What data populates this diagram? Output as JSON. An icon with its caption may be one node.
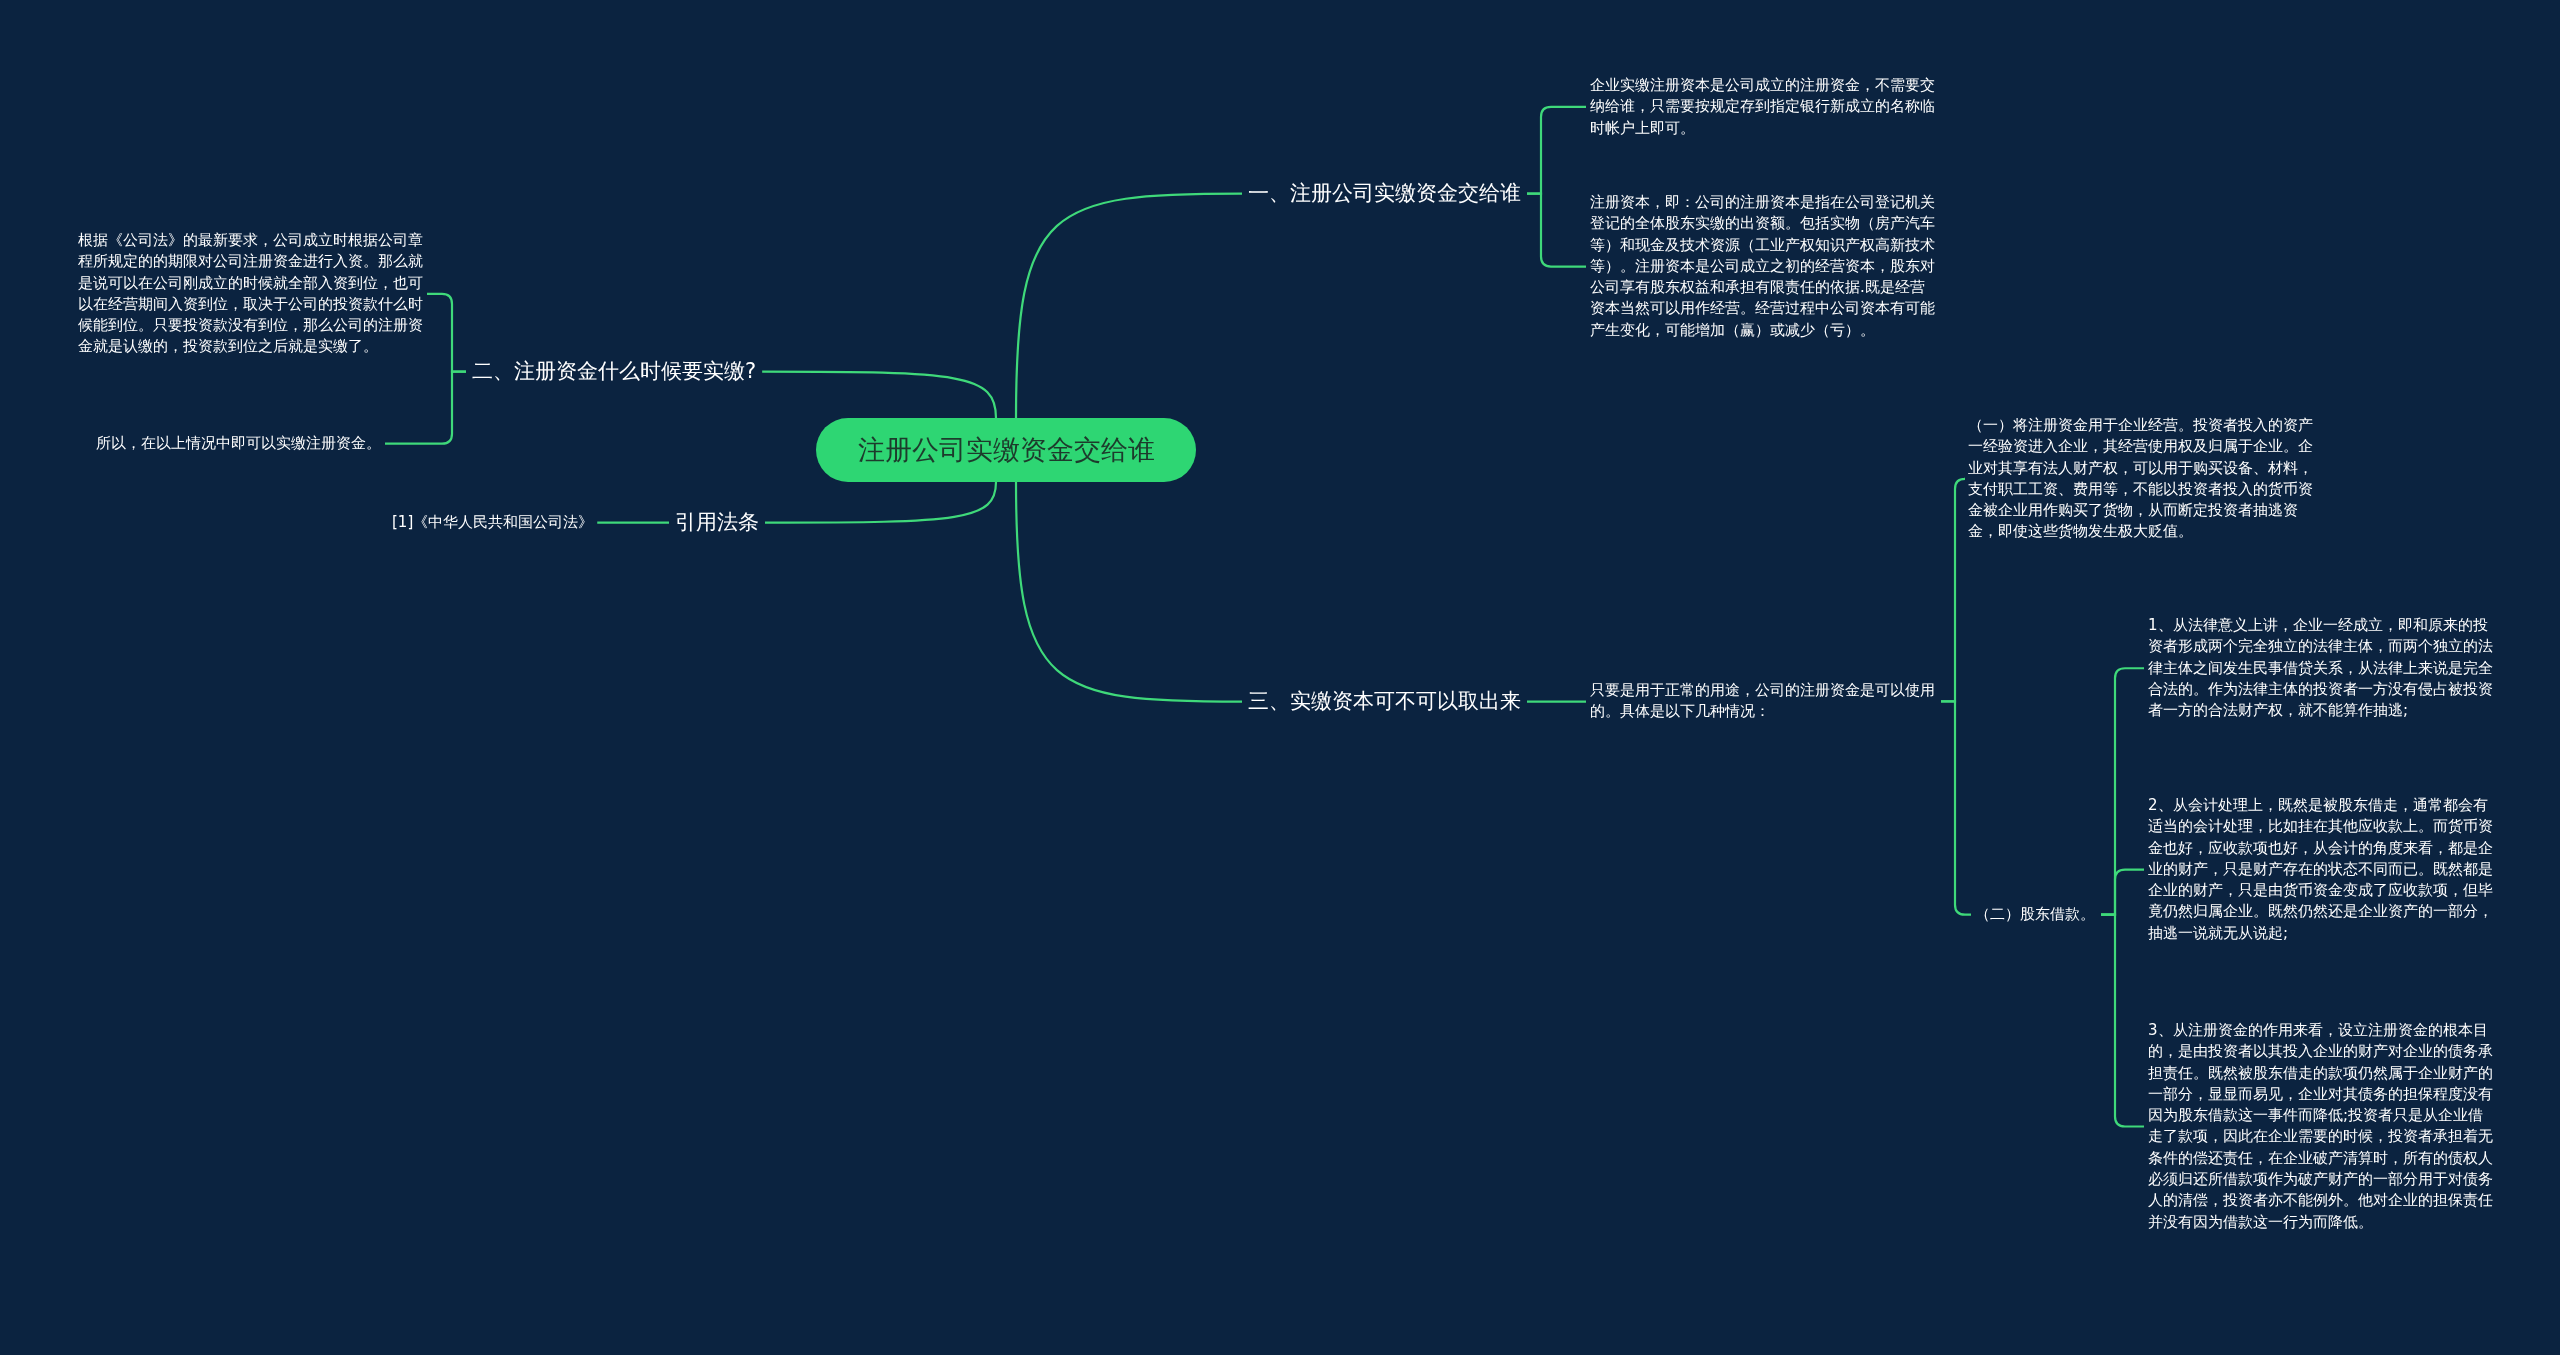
{
  "diagram": {
    "nodes": [
      {
        "text": [
          "注册公司实缴资金交给谁"
        ]
      },
      {
        "text": [
          "一、注册公司实缴资金交给谁"
        ]
      },
      {
        "text": [
          "企业实缴注册资本是公司成立的注册资金，不需要交纳给谁，只需要按规定存到指定银行新成立的名称临时帐户上即可。"
        ]
      },
      {
        "text": [
          "注册资本，即：公司的注册资本是指在公司登记机关登记的全体股东实缴的出资额。包括实物（房产汽车等）和现金及技术资源（工业产权知识产权高新技术等）。注册资本是公司成立之初的经营资本，股东对公司享有股东权益和承担有限责任的依据.既是经营资本当然可以用作经营。经营过程中公司资本有可能产生变化，可能增加（赢）或减少（亏）。"
        ]
      },
      {
        "text": [
          "二、注册资金什么时候要实缴?"
        ]
      },
      {
        "text": [
          "根据《公司法》的最新要求，公司成立时根据公司章程所规定的的期限对公司注册资金进行入资。那么就是说可以在公司刚成立的时候就全部入资到位，也可以在经营期间入资到位，取决于公司的投资款什么时候能到位。只要投资款没有到位，那么公司的注册资金就是认缴的，投资款到位之后就是实缴了。"
        ]
      },
      {
        "text": [
          "所以，在以上情况中即可以实缴注册资金。"
        ]
      },
      {
        "text": [
          "引用法条"
        ]
      },
      {
        "text": [
          "[1]《中华人民共和国公司法》"
        ]
      },
      {
        "text": [
          "三、实缴资本可不可以取出来"
        ]
      },
      {
        "text": [
          "只要是用于正常的用途，公司的注册资金是可以使用的。具体是以下几种情况："
        ]
      },
      {
        "text": [
          "（一）将注册资金用于企业经营。投资者投入的资产一经验资进入企业，其经营使用权及归属于企业。企业对其享有法人财产权，可以用于购买设备、材料，支付职工工资、费用等，不能以投资者投入的货币资金被企业用作购买了货物，从而断定投资者抽逃资金，即使这些货物发生极大贬值。"
        ]
      },
      {
        "text": [
          "（二）股东借款。"
        ]
      },
      {
        "text": [
          "1、从法律意义上讲，企业一经成立，即和原来的投资者形成两个完全独立的法律主体，而两个独立的法律主体之间发生民事借贷关系，从法律上来说是完全合法的。作为法律主体的投资者一方没有侵占被投资者一方的合法财产权，就不能算作抽逃;"
        ]
      },
      {
        "text": [
          "2、从会计处理上，既然是被股东借走，通常都会有适当的会计处理，比如挂在其他应收款上。而货币资金也好，应收款项也好，从会计的角度来看，都是企业的财产，只是财产存在的状态不同而已。既然都是企业的财产，只是由货币资金变成了应收款项，但毕竟仍然归属企业。既然仍然还是企业资产的一部分，抽逃一说就无从说起;"
        ]
      },
      {
        "text": [
          "3、从注册资金的作用来看，设立注册资金的根本目的，是由投资者以其投入企业的财产对企业的债务承担责任。既然被股东借走的款项仍然属于企业财产的一部分，显显而易见，企业对其债务的担保程度没有因为股东借款这一事件而降低;投资者只是从企业借走了款项，因此在企业需要的时候，投资者承担着无条件的偿还责任，在企业破产清算时，所有的债权人必须归还所借款项作为破产财产的一部分用于对债务人的清偿，投资者亦不能例外。他对企业的担保责任并没有因为借款这一行为而降低。"
        ]
      }
    ],
    "edges": [
      {
        "from": 0,
        "to": 1,
        "arrow": "none"
      },
      {
        "from": 1,
        "to": 2,
        "arrow": "none"
      },
      {
        "from": 1,
        "to": 3,
        "arrow": "none"
      },
      {
        "from": 0,
        "to": 4,
        "arrow": "none"
      },
      {
        "from": 4,
        "to": 5,
        "arrow": "none"
      },
      {
        "from": 4,
        "to": 6,
        "arrow": "none"
      },
      {
        "from": 0,
        "to": 7,
        "arrow": "none"
      },
      {
        "from": 7,
        "to": 8,
        "arrow": "none"
      },
      {
        "from": 0,
        "to": 9,
        "arrow": "none"
      },
      {
        "from": 9,
        "to": 10,
        "arrow": "none"
      },
      {
        "from": 10,
        "to": 11,
        "arrow": "none"
      },
      {
        "from": 10,
        "to": 12,
        "arrow": "none"
      },
      {
        "from": 12,
        "to": 13,
        "arrow": "none"
      },
      {
        "from": 12,
        "to": 14,
        "arrow": "none"
      },
      {
        "from": 12,
        "to": 15,
        "arrow": "none"
      }
    ]
  }
}
